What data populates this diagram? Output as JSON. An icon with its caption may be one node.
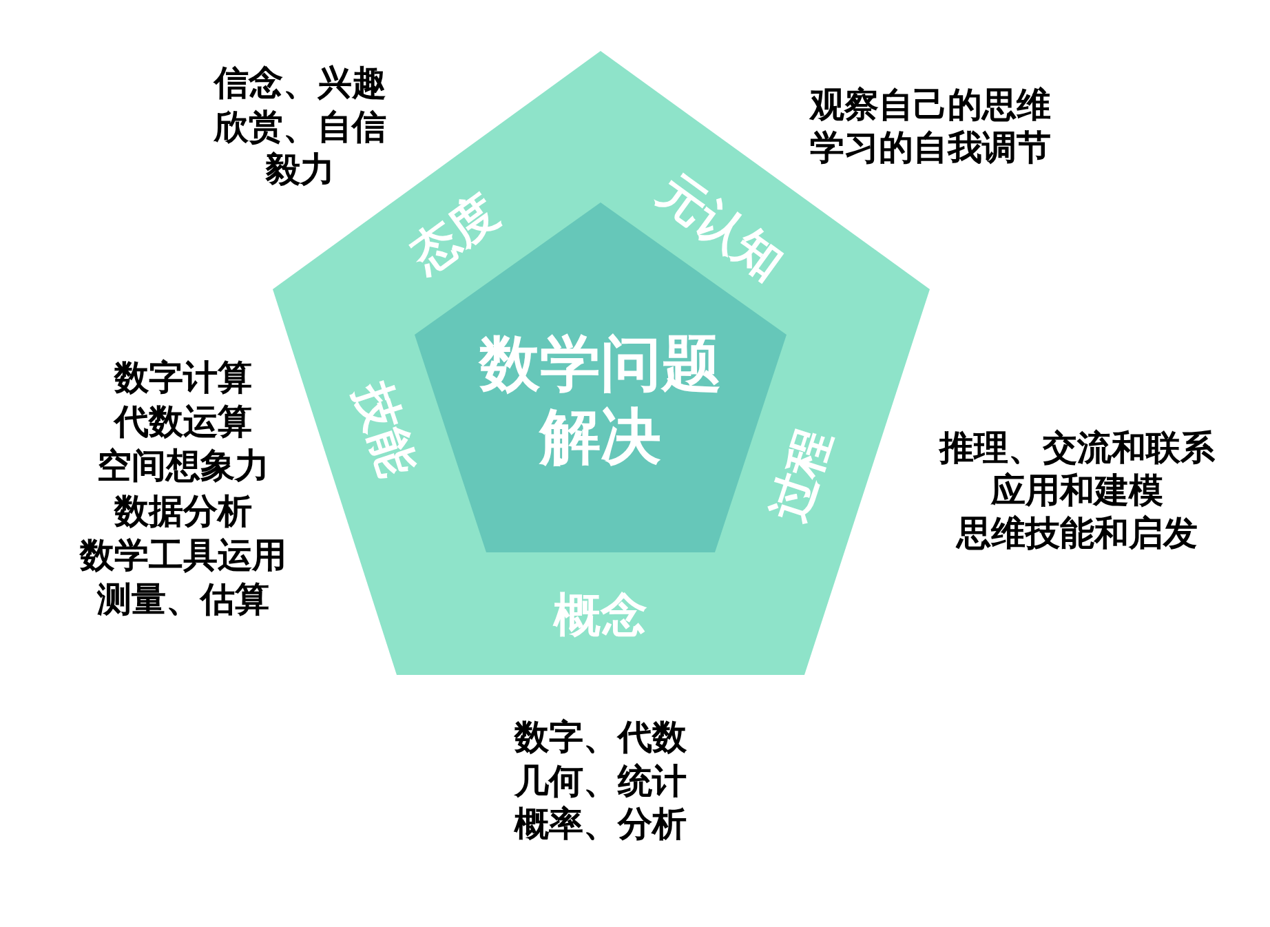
{
  "diagram": {
    "nodes": [
      {
        "text": [
          "态度",
          "元认知",
          "过程",
          "概念",
          "技能"
        ],
        "beside": [
          "信念、兴趣",
          "欣赏、自信",
          "毅力",
          "观察自己的思维",
          "学习的自我调节",
          "推理、交流和联系",
          "应用和建模",
          "思维技能和启发",
          "数字、代数",
          "几何、统计",
          "概率、分析",
          "数字计算",
          "代数运算",
          "空间想象力",
          "数据分析",
          "数学工具运用",
          "测量、估算"
        ]
      },
      {
        "text": [
          "数学问题解决"
        ],
        "in": 0
      }
    ]
  }
}
